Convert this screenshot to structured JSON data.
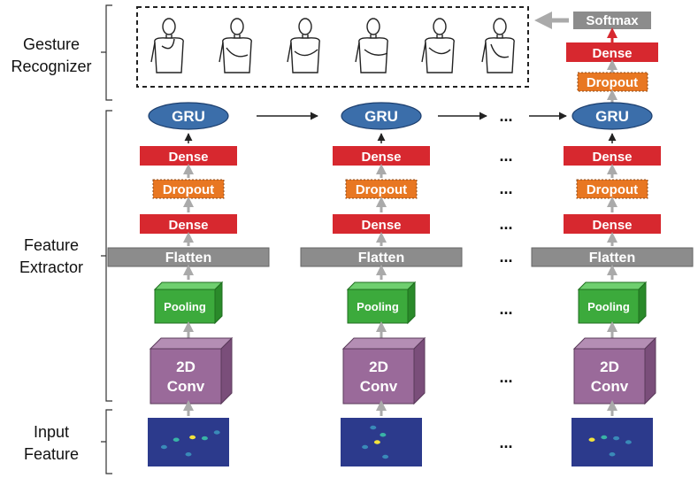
{
  "sections": {
    "gesture_recognizer": [
      "Gesture",
      "Recognizer"
    ],
    "feature_extractor": [
      "Feature",
      "Extractor"
    ],
    "input_feature": [
      "Input",
      "Feature"
    ]
  },
  "layers": {
    "gru": "GRU",
    "dense": "Dense",
    "dropout": "Dropout",
    "flatten": "Flatten",
    "pooling": "Pooling",
    "conv": [
      "2D",
      "Conv"
    ],
    "softmax": "Softmax"
  },
  "ellipsis": "...",
  "colors": {
    "gru": "#3b6eaa",
    "dense": "#d7282f",
    "dropout": "#e87722",
    "flatten": "#8c8c8c",
    "pooling": "#3caa3c",
    "conv": "#9a6a9a",
    "softmax": "#8c8c8c",
    "arrow_gray": "#aaaaaa",
    "arrow_black": "#222222",
    "heatmap_bg": "#2c3a8c"
  },
  "icons": {
    "gestures": [
      "gesture-pose-1-icon",
      "gesture-pose-2-icon",
      "gesture-pose-3-icon",
      "gesture-pose-4-icon",
      "gesture-pose-5-icon",
      "gesture-pose-6-icon"
    ],
    "input": "feature-heatmap-icon"
  }
}
